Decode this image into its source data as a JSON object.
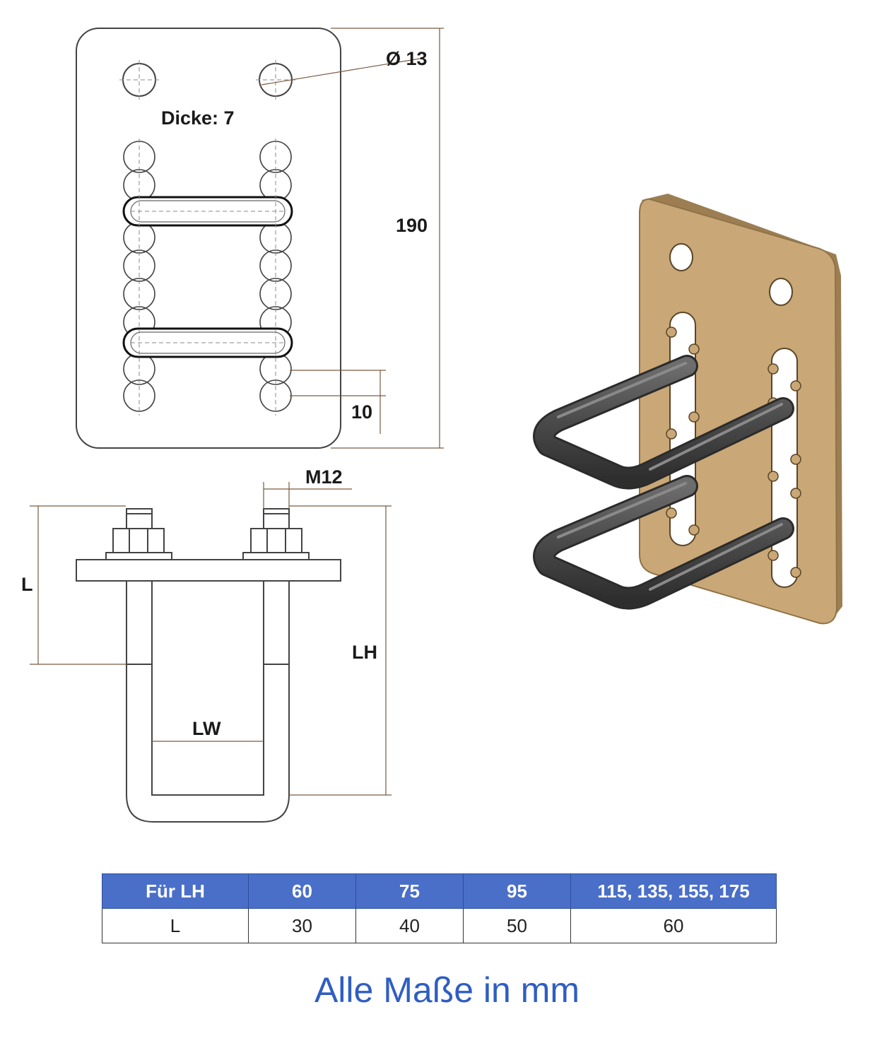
{
  "drawing": {
    "labels": {
      "hole_diameter": "Ø 13",
      "thickness": "Dicke: 7",
      "plate_height": "190",
      "slot_pitch": "10",
      "thread": "M12",
      "leg_length": "L",
      "clamp_height": "LH",
      "clamp_width": "LW"
    },
    "colors": {
      "outline": "#555555",
      "plate_3d": "#c9a776",
      "plate_3d_edge": "#9c7e52",
      "bracket_3d": "#4a4a4a",
      "dimension_line": "#7a5a40"
    }
  },
  "table": {
    "header": [
      "Für LH",
      "60",
      "75",
      "95",
      "115, 135, 155, 175"
    ],
    "row": [
      "L",
      "30",
      "40",
      "50",
      "60"
    ],
    "header_color": "#4a6fc8"
  },
  "footer": {
    "note": "Alle Maße in mm"
  }
}
